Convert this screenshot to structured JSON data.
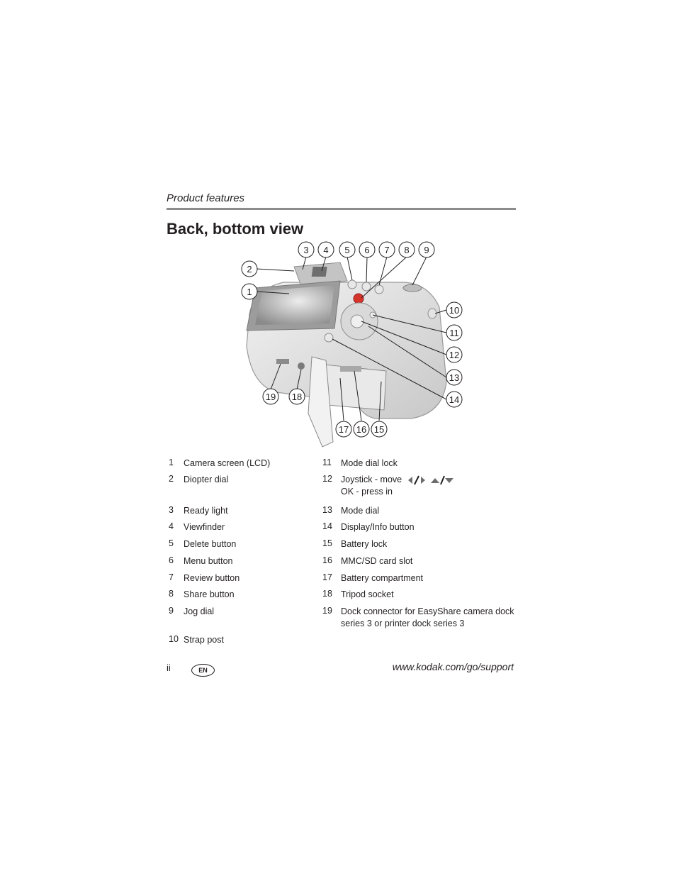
{
  "header": {
    "section": "Product features"
  },
  "title": "Back, bottom view",
  "figure": {
    "callouts": [
      "1",
      "2",
      "3",
      "4",
      "5",
      "6",
      "7",
      "8",
      "9",
      "10",
      "11",
      "12",
      "13",
      "14",
      "15",
      "16",
      "17",
      "18",
      "19"
    ]
  },
  "items": [
    {
      "num": "1",
      "label": "Camera screen (LCD)"
    },
    {
      "num": "2",
      "label": "Diopter dial"
    },
    {
      "num": "3",
      "label": "Ready light"
    },
    {
      "num": "4",
      "label": "Viewfinder"
    },
    {
      "num": "5",
      "label": "Delete button"
    },
    {
      "num": "6",
      "label": "Menu button"
    },
    {
      "num": "7",
      "label": "Review button"
    },
    {
      "num": "8",
      "label": "Share button"
    },
    {
      "num": "9",
      "label": "Jog dial"
    },
    {
      "num": "10",
      "label": "Strap post"
    },
    {
      "num": "11",
      "label": "Mode dial lock"
    },
    {
      "num": "12",
      "label": "Joystick - move",
      "label2": "OK - press in"
    },
    {
      "num": "13",
      "label": "Mode dial"
    },
    {
      "num": "14",
      "label": "Display/Info button"
    },
    {
      "num": "15",
      "label": "Battery lock"
    },
    {
      "num": "16",
      "label": "MMC/SD card slot"
    },
    {
      "num": "17",
      "label": "Battery compartment"
    },
    {
      "num": "18",
      "label": "Tripod socket"
    },
    {
      "num": "19",
      "label": "Dock connector for EasyShare camera dock",
      "label2": "series 3 or printer dock series 3"
    }
  ],
  "footer": {
    "page": "ii",
    "language_badge": "EN",
    "url": "www.kodak.com/go/support"
  }
}
